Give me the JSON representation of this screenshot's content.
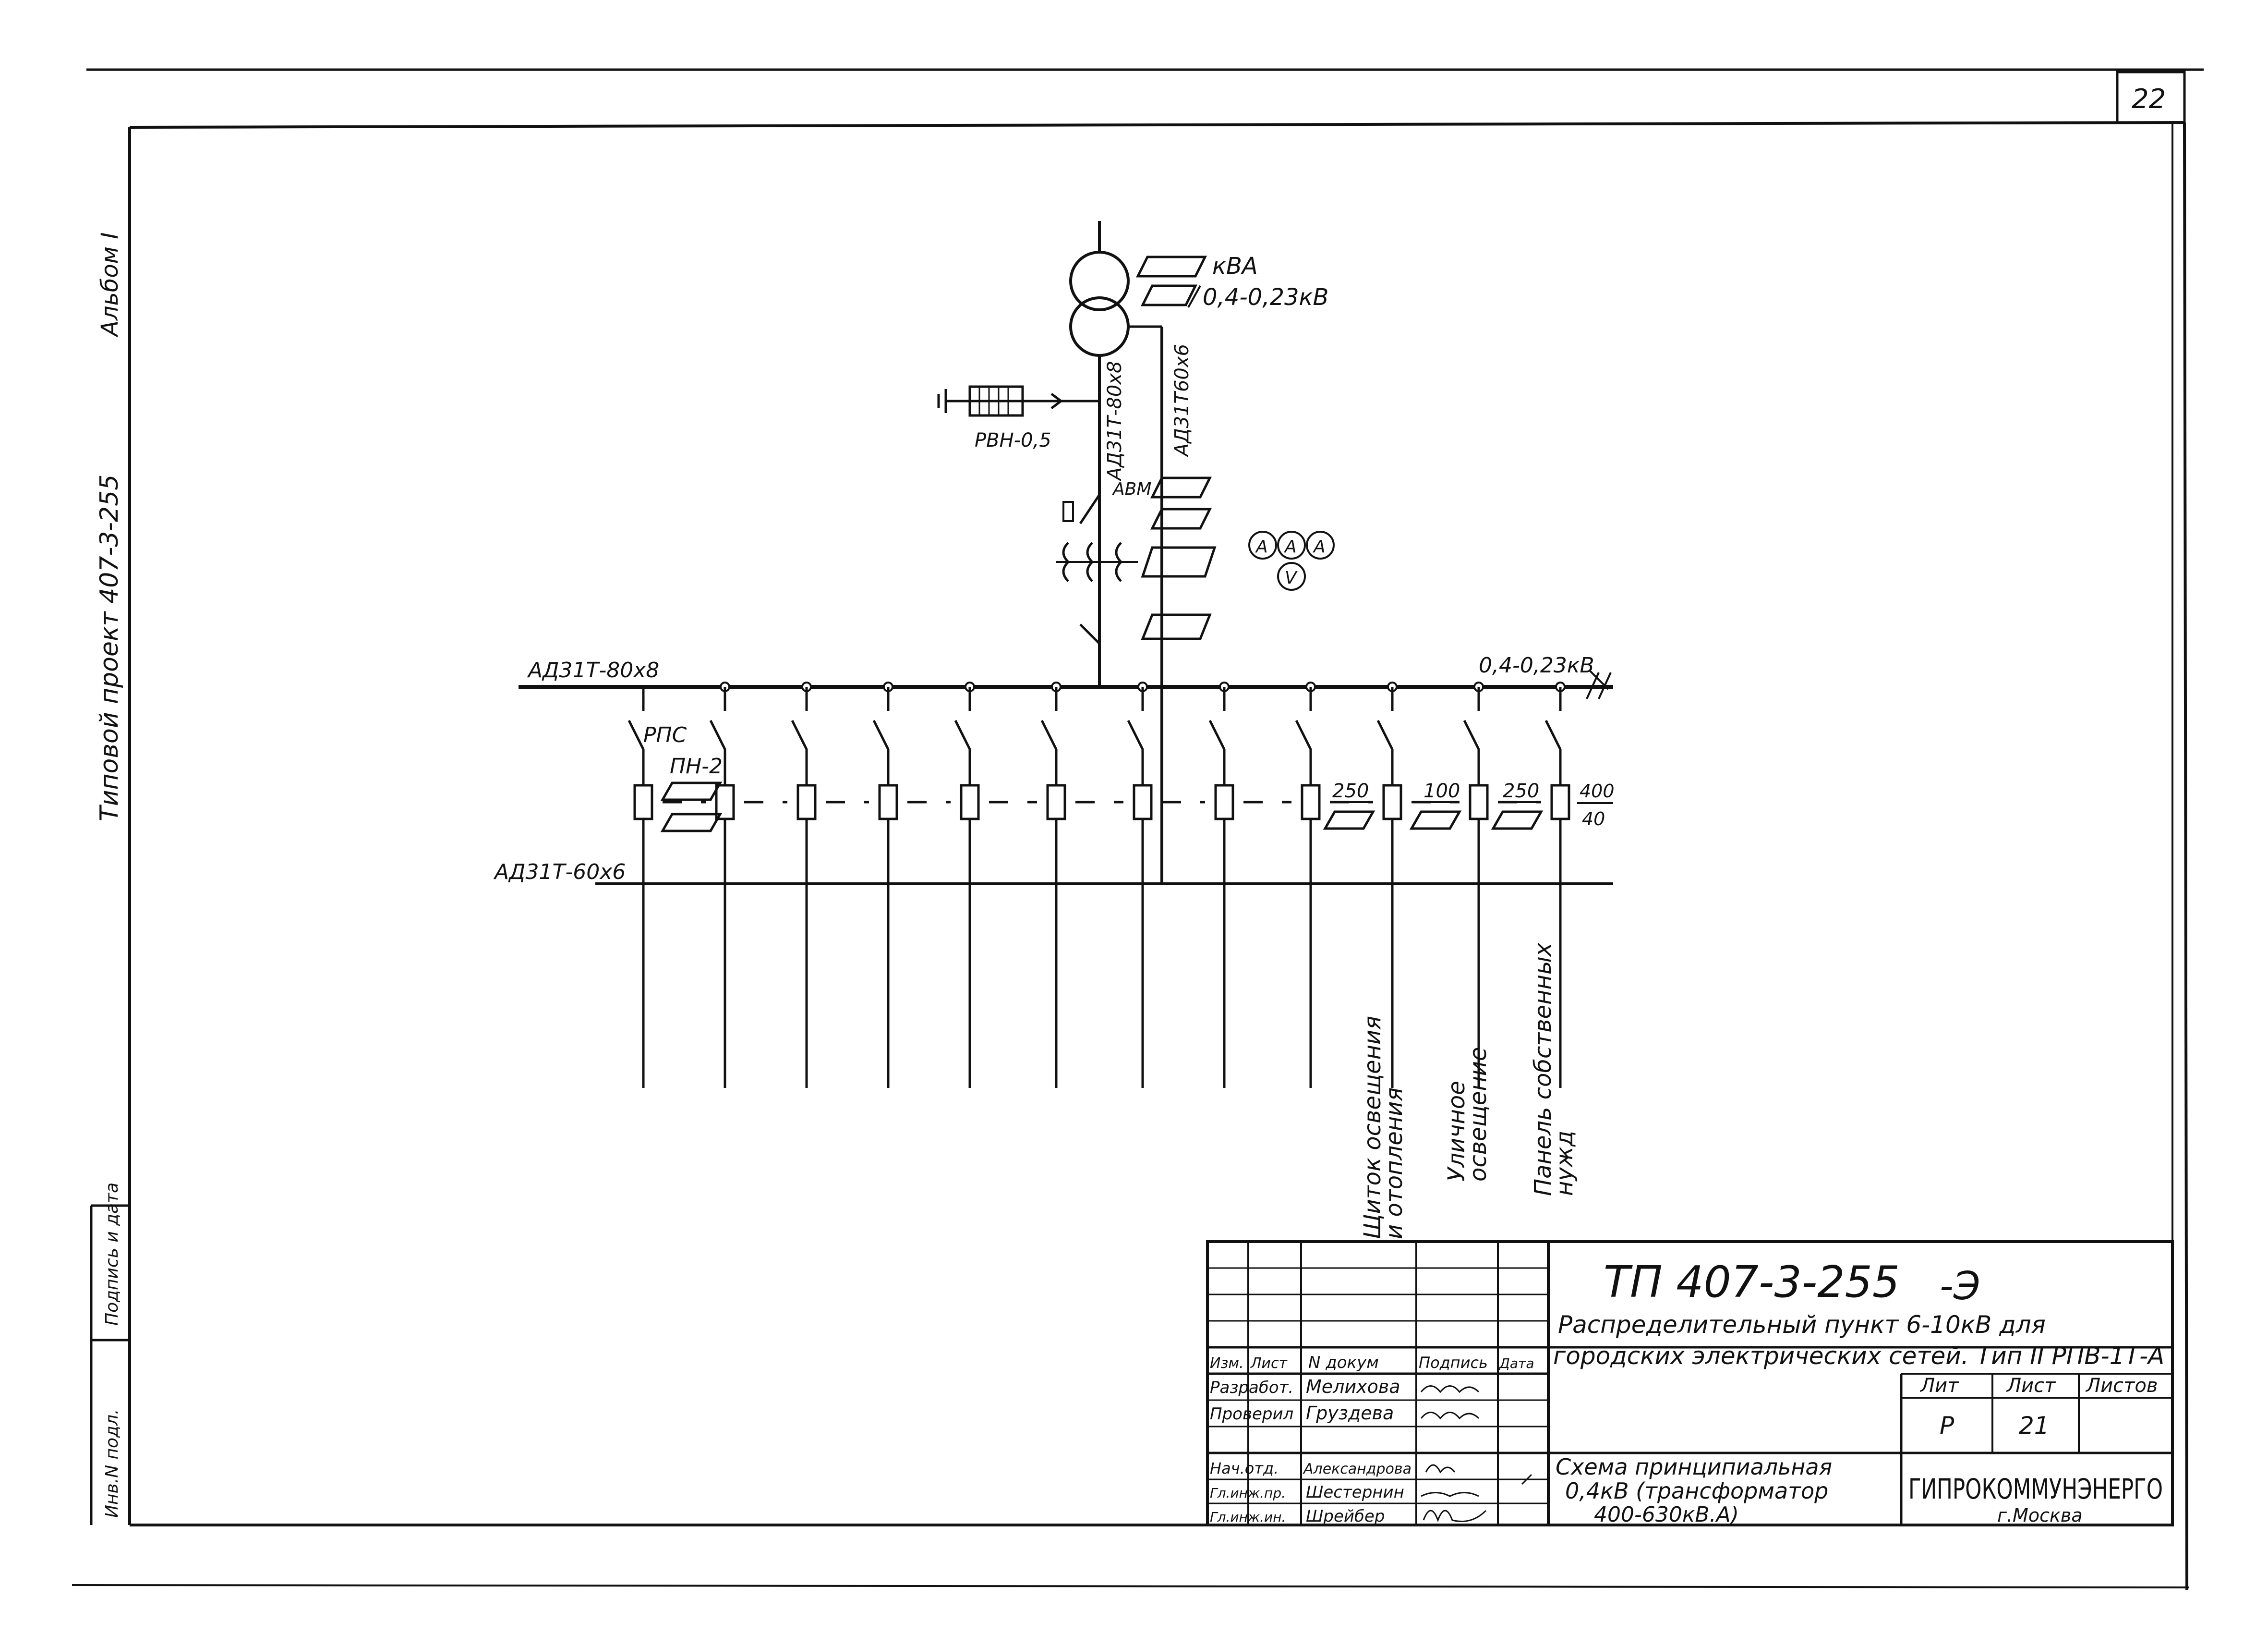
{
  "sheet_number": "22",
  "left_margin": {
    "album": "Альбом I",
    "project": "Типовой проект 407-3-255",
    "stamp_sign": "Подпись и дата",
    "stamp_inv": "Инв.N подл."
  },
  "transformer": {
    "power_label": "кВА",
    "voltage_label": "0,4-0,23кВ",
    "busbar_left": "АД31Т-80х8",
    "busbar_right": "АД31Т60х6",
    "arrester": "РВН-0,5",
    "breaker": "АВМ"
  },
  "meters": [
    "A",
    "A",
    "A",
    "V"
  ],
  "busbars": {
    "main_label": "АД31Т-80х8",
    "main_voltage": "0,4-0,23кВ",
    "lower_label": "АД31Т-60х6"
  },
  "switch_labels": {
    "switch_type": "РПС",
    "fuse_type": "ПН-2"
  },
  "ratings": [
    {
      "top": "250",
      "bottom": ""
    },
    {
      "top": "100",
      "bottom": ""
    },
    {
      "top": "250",
      "bottom": ""
    },
    {
      "top": "400",
      "bottom": "40"
    }
  ],
  "consumers": [
    {
      "line1": "Щиток освещения",
      "line2": "и отопления"
    },
    {
      "line1": "Уличное",
      "line2": "освещение"
    },
    {
      "line1": "Панель собственных",
      "line2": "нужд"
    }
  ],
  "title_block": {
    "code": "ТП 407-3-255",
    "suffix": "-Э",
    "title_line1": "Распределительный пункт  6-10кВ  для",
    "title_line2": "городских электрических сетей. Тип II РПВ-1Т-А",
    "headers": {
      "izm": "Изм.",
      "list": "Лист",
      "doc": "N докум",
      "sign": "Подпись",
      "date": "Дата"
    },
    "staff": [
      {
        "role": "Разработ.",
        "name": "Мелихова"
      },
      {
        "role": "Проверил",
        "name": "Груздева"
      },
      {
        "role": "Нач.отд.",
        "name": "Александрова"
      },
      {
        "role": "Гл.инж.пр.",
        "name": "Шестернин"
      },
      {
        "role": "Гл.инж.ин.",
        "name": "Шрейбер"
      }
    ],
    "lit_header": "Лит",
    "sheet_header": "Лист",
    "sheets_header": "Листов",
    "lit_value": "Р",
    "sheet_value": "21",
    "description_line1": "Схема принципиальная",
    "description_line2": "0,4кВ (трансформатор",
    "description_line3": "400-630кВ.А)",
    "org": "ГИПРОКОММУНЭНЕРГО",
    "city": "г.Москва"
  }
}
